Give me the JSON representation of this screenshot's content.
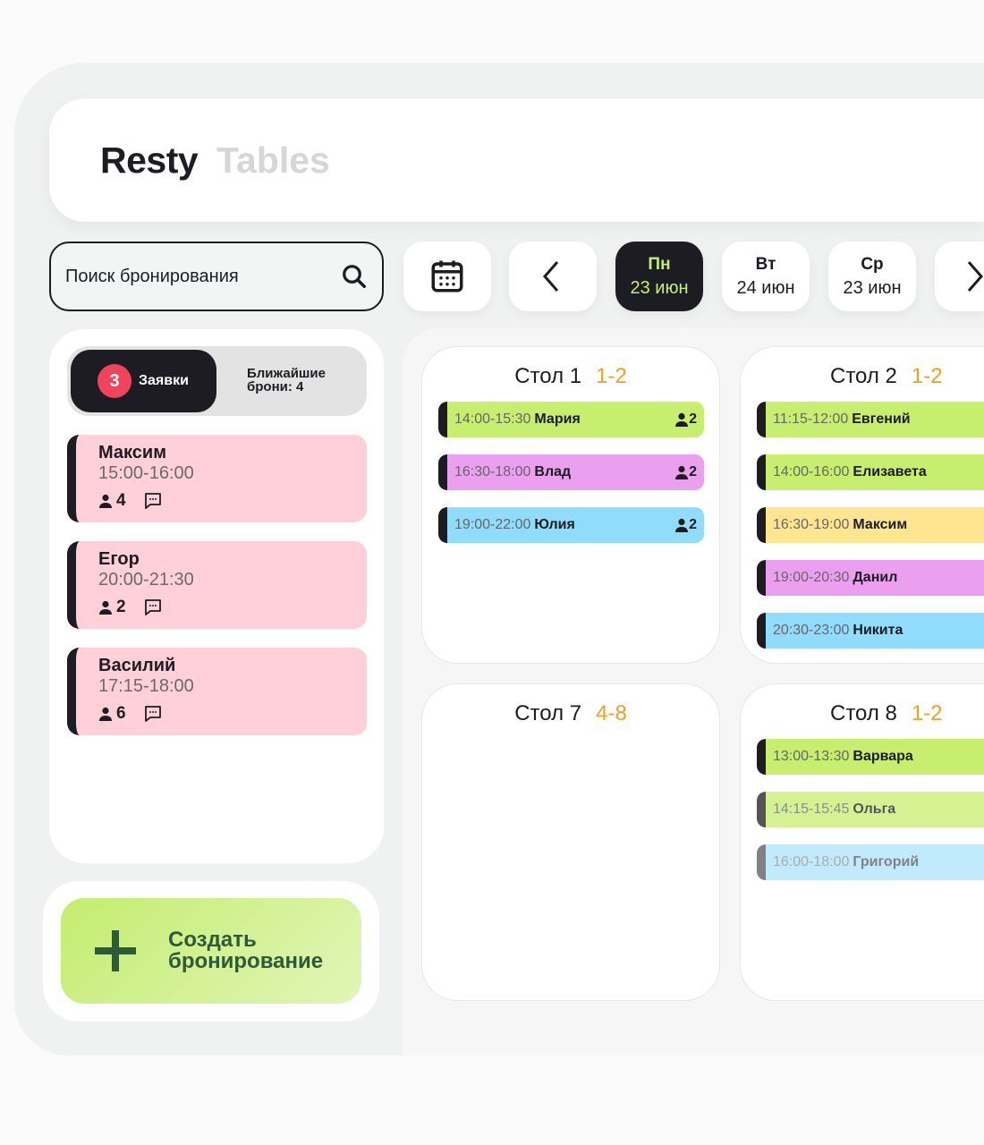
{
  "app": {
    "brand": "Resty",
    "section": "Tables"
  },
  "search": {
    "placeholder": "Поиск бронирования",
    "icon": "search-icon"
  },
  "dates": {
    "calendar_icon": "calendar-icon",
    "prev_icon": "chevron-left-icon",
    "next_icon": "chevron-right-icon",
    "days": [
      {
        "dow": "Пн",
        "date": "23 июн",
        "active": true
      },
      {
        "dow": "Вт",
        "date": "24 июн",
        "active": false
      },
      {
        "dow": "Ср",
        "date": "23 июн",
        "active": false
      }
    ]
  },
  "tabs": {
    "requests_count": "3",
    "requests_label": "Заявки",
    "upcoming_label": "Ближайшие брони: 4"
  },
  "requests": [
    {
      "name": "Максим",
      "time": "15:00-16:00",
      "guests": "4"
    },
    {
      "name": "Егор",
      "time": "20:00-21:30",
      "guests": "2"
    },
    {
      "name": "Василий",
      "time": "17:15-18:00",
      "guests": "6"
    }
  ],
  "create": {
    "label": "Создать бронирование"
  },
  "colors": {
    "green": "#c8ee70",
    "purple": "#eaa0ef",
    "blue": "#8fdcfc",
    "yellow": "#fde68f",
    "pink": "#ffd0d9",
    "accent": "#f0a020",
    "dark": "#1c1c22"
  },
  "tables": [
    {
      "name": "Стол 1",
      "capacity": "1-2",
      "bookings": [
        {
          "time": "14:00-15:30",
          "name": "Мария",
          "guests": "2",
          "color": "green"
        },
        {
          "time": "16:30-18:00",
          "name": "Влад",
          "guests": "2",
          "color": "purple"
        },
        {
          "time": "19:00-22:00",
          "name": "Юлия",
          "guests": "2",
          "color": "blue"
        }
      ]
    },
    {
      "name": "Стол 2",
      "capacity": "1-2",
      "bookings": [
        {
          "time": "11:15-12:00",
          "name": "Евгений",
          "color": "green"
        },
        {
          "time": "14:00-16:00",
          "name": "Елизавета",
          "color": "green"
        },
        {
          "time": "16:30-19:00",
          "name": "Максим",
          "color": "yellow"
        },
        {
          "time": "19:00-20:30",
          "name": "Данил",
          "color": "purple"
        },
        {
          "time": "20:30-23:00",
          "name": "Никита",
          "color": "blue"
        }
      ]
    },
    {
      "name": "Стол 7",
      "capacity": "4-8",
      "bookings": []
    },
    {
      "name": "Стол 8",
      "capacity": "1-2",
      "bookings": [
        {
          "time": "13:00-13:30",
          "name": "Варвара",
          "color": "green"
        },
        {
          "time": "14:15-15:45",
          "name": "Ольга",
          "color": "green",
          "faded": true
        },
        {
          "time": "16:00-18:00",
          "name": "Григорий",
          "color": "blue",
          "faded": true
        }
      ]
    }
  ]
}
